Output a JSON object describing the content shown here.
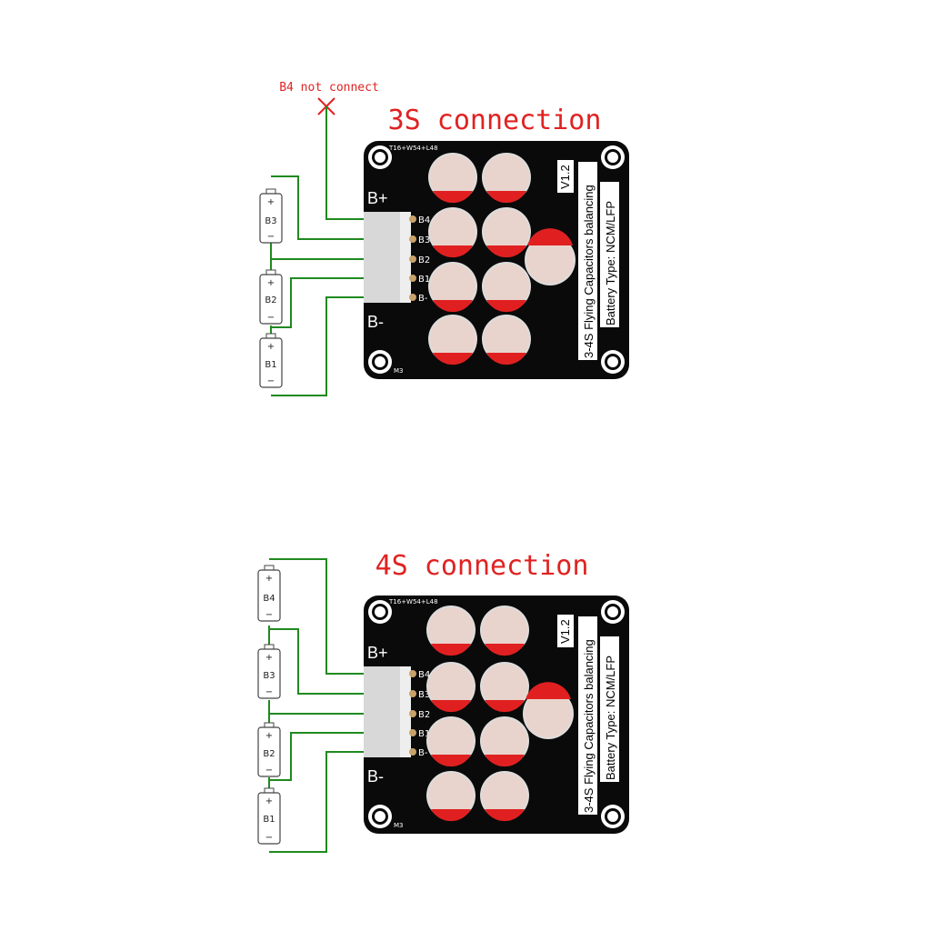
{
  "diagrams": [
    {
      "title": "3S connection",
      "note": "B4 not connect",
      "cells": [
        "B3",
        "B2",
        "B1"
      ],
      "pins": [
        "B4",
        "B3",
        "B2",
        "B1",
        "B-"
      ],
      "board": {
        "bplus": "B+",
        "bminus": "B-",
        "model": "T16+W54+L48",
        "version": "V1.2",
        "line1": "3-4S Flying Capacitors balancing",
        "line2": "Battery Type: NCM/LFP",
        "hole_label": "M3"
      }
    },
    {
      "title": "4S connection",
      "cells": [
        "B4",
        "B3",
        "B2",
        "B1"
      ],
      "pins": [
        "B4",
        "B3",
        "B2",
        "B1",
        "B-"
      ],
      "board": {
        "bplus": "B+",
        "bminus": "B-",
        "model": "T16+W54+L48",
        "version": "V1.2",
        "line1": "3-4S Flying Capacitors balancing",
        "line2": "Battery Type: NCM/LFP",
        "hole_label": "M3"
      }
    }
  ],
  "colors": {
    "title": "#e02222",
    "wire": "#1f8a1f",
    "pcb": "#0a0a0a",
    "cap_top": "#e8d4cc",
    "cap_stripe": "#e02020"
  }
}
